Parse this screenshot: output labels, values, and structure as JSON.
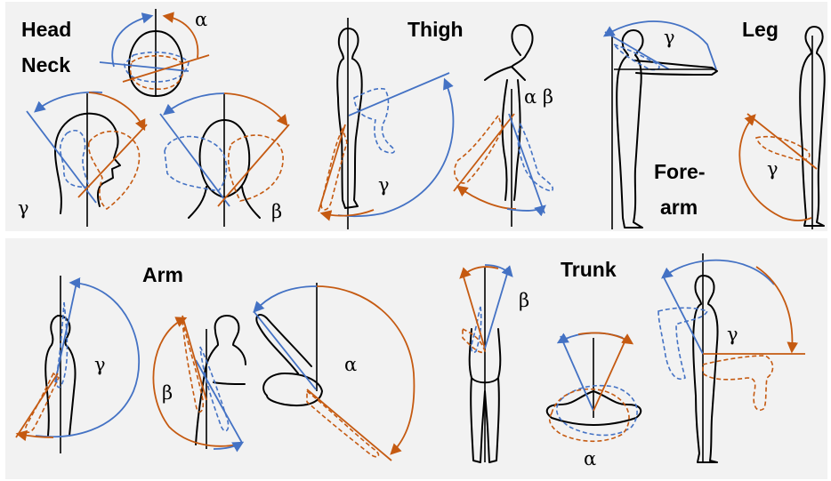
{
  "colors": {
    "blue": "#4472c4",
    "orange": "#c55a11",
    "panel": "#f2f2f2"
  },
  "sections": {
    "head_neck": {
      "line1": "Head",
      "line2": "Neck"
    },
    "thigh": {
      "label": "Thigh"
    },
    "forearm": {
      "line1": "Fore-",
      "line2": "arm"
    },
    "leg": {
      "label": "Leg"
    },
    "arm": {
      "label": "Arm"
    },
    "trunk": {
      "label": "Trunk"
    }
  },
  "angles": {
    "alpha": "α",
    "beta": "β",
    "gamma": "γ",
    "alpha_beta": "α β"
  }
}
